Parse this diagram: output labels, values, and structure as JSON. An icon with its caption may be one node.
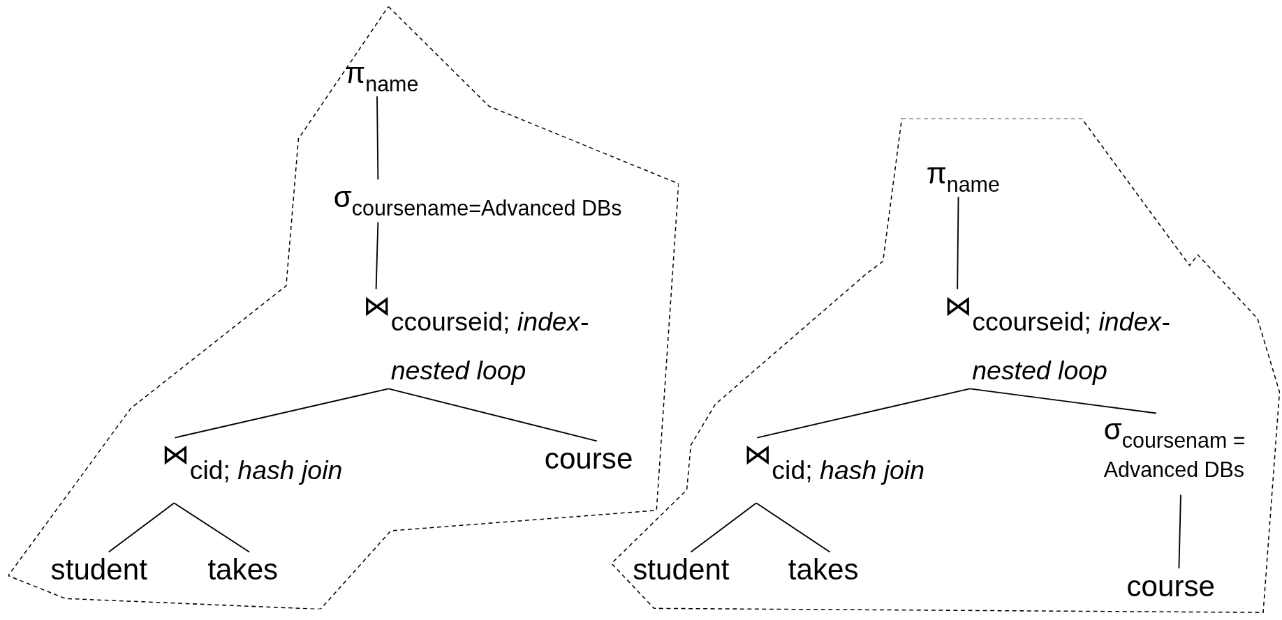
{
  "diagram": {
    "nodes": [
      {
        "text": [],
        "shape": "polygon"
      },
      {
        "text": [
          "π$_{name}$"
        ],
        "in": 0
      },
      {
        "text": [
          "σ$_{coursename=Advanced DBs}$"
        ],
        "in": 0
      },
      {
        "text": [
          "⋈",
          "ccourseid; *index-nested loop*"
        ],
        "in": 0
      },
      {
        "text": [
          "⋈",
          "cid; *hash join*"
        ],
        "in": 0
      },
      {
        "text": [
          "course"
        ],
        "in": 0
      },
      {
        "text": [
          "student"
        ],
        "in": 0
      },
      {
        "text": [
          "takes"
        ],
        "in": 0
      },
      {
        "text": [],
        "shape": "polygon"
      },
      {
        "text": [
          "π$_{name}$"
        ],
        "in": 8
      },
      {
        "text": [
          "⋈",
          "ccourseid; *index-nested loop*"
        ],
        "in": 8
      },
      {
        "text": [
          "⋈",
          "cid; *hash join*"
        ],
        "in": 8
      },
      {
        "text": [
          "σ$_{coursenam = Advanced DBs}$"
        ],
        "in": 8
      },
      {
        "text": [
          "student"
        ],
        "in": 8
      },
      {
        "text": [
          "takes"
        ],
        "in": 8
      },
      {
        "text": [
          "course"
        ],
        "in": 8
      }
    ],
    "edges": [
      {
        "from": 1,
        "to": 2,
        "arrow": "none"
      },
      {
        "from": 2,
        "to": 3,
        "arrow": "none"
      },
      {
        "from": 3,
        "to": 4,
        "arrow": "none"
      },
      {
        "from": 3,
        "to": 5,
        "arrow": "none"
      },
      {
        "from": 4,
        "to": 6,
        "arrow": "none"
      },
      {
        "from": 4,
        "to": 7,
        "arrow": "none"
      },
      {
        "from": 9,
        "to": 10,
        "arrow": "none"
      },
      {
        "from": 10,
        "to": 11,
        "arrow": "none"
      },
      {
        "from": 10,
        "to": 12,
        "arrow": "none"
      },
      {
        "from": 11,
        "to": 13,
        "arrow": "none"
      },
      {
        "from": 11,
        "to": 14,
        "arrow": "none"
      },
      {
        "from": 12,
        "to": 15,
        "arrow": "none"
      }
    ]
  }
}
